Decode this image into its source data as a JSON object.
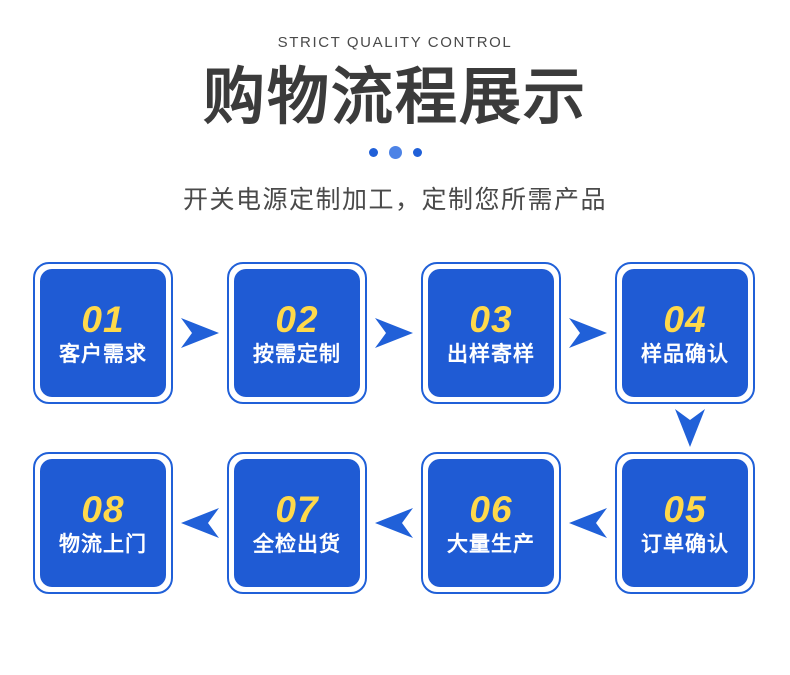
{
  "header": {
    "eyebrow": "STRICT QUALITY CONTROL",
    "title": "购物流程展示",
    "subtitle": "开关电源定制加工，定制您所需产品"
  },
  "colors": {
    "brand_blue": "#1f5bd4",
    "arrow_blue": "#2060d8",
    "accent_yellow": "#ffd94a",
    "title_gray": "#3b3b3b",
    "text_gray": "#4a4a4a",
    "background": "#ffffff"
  },
  "flow": {
    "row1": [
      {
        "num": "01",
        "label": "客户需求"
      },
      {
        "num": "02",
        "label": "按需定制"
      },
      {
        "num": "03",
        "label": "出样寄样"
      },
      {
        "num": "04",
        "label": "样品确认"
      }
    ],
    "row2": [
      {
        "num": "08",
        "label": "物流上门"
      },
      {
        "num": "07",
        "label": "全检出货"
      },
      {
        "num": "06",
        "label": "大量生产"
      },
      {
        "num": "05",
        "label": "订单确认"
      }
    ]
  }
}
